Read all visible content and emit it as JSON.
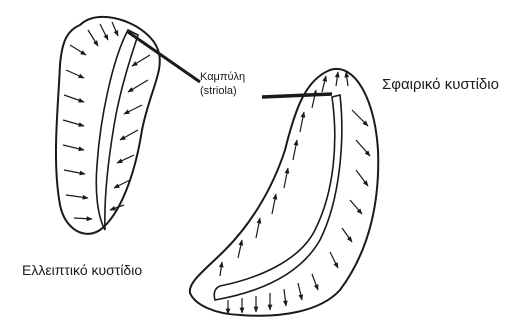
{
  "labels": {
    "striola_line1": "Καμπύλη",
    "striola_line2": "(striola)",
    "saccule": "Σφαιρικό κυστίδιο",
    "utricle": "Ελλειπτικό κυστίδιο"
  },
  "colors": {
    "ink": "#1a1a1a",
    "background": "#ffffff"
  }
}
